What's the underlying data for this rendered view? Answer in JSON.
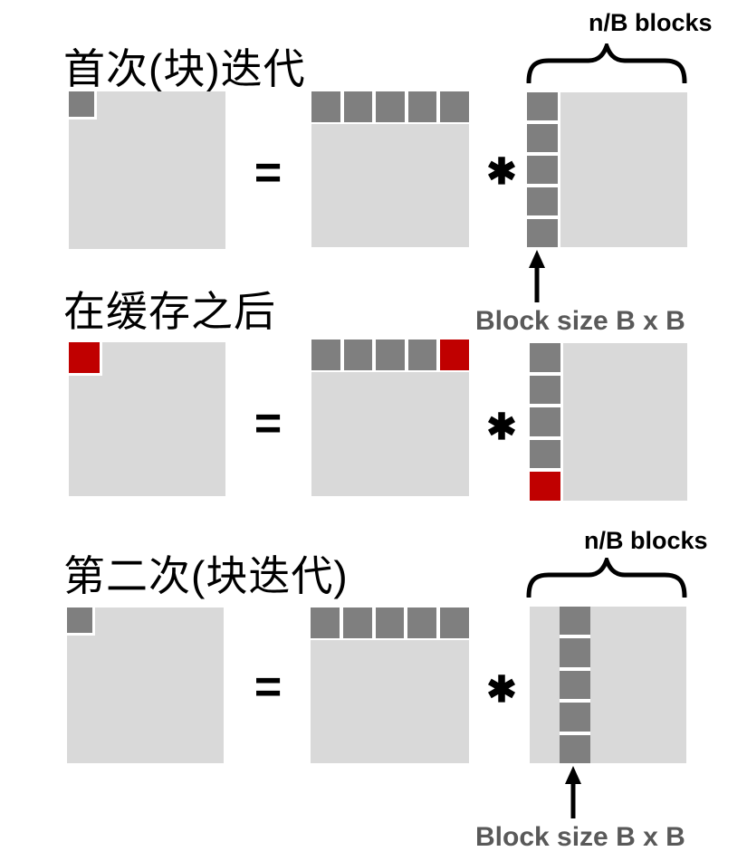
{
  "labels": {
    "n_b_blocks": "n/B blocks",
    "block_size": "Block size B x B",
    "equals": "=",
    "times": "✱"
  },
  "colors": {
    "block_gray": "#7f7f7f",
    "matrix_light_gray": "#d9d9d9",
    "highlight_red": "#c00000",
    "label_gray": "#595959",
    "text_black": "#000000"
  },
  "rows": [
    {
      "title": "首次(块)迭代",
      "left_corner": "gray",
      "mid_blocks": [
        "gray",
        "gray",
        "gray",
        "gray",
        "gray"
      ],
      "right_blocks": [
        "gray",
        "gray",
        "gray",
        "gray",
        "gray"
      ]
    },
    {
      "title": "在缓存之后",
      "left_corner": "red",
      "mid_blocks": [
        "gray",
        "gray",
        "gray",
        "gray",
        "red"
      ],
      "right_blocks": [
        "gray",
        "gray",
        "gray",
        "gray",
        "red"
      ]
    },
    {
      "title": "第二次(块迭代)",
      "left_corner": "gray",
      "mid_blocks": [
        "gray",
        "gray",
        "gray",
        "gray",
        "gray"
      ],
      "right_col_blocks": [
        "gray",
        "gray",
        "gray",
        "gray",
        "gray"
      ],
      "highlighted_column_index": 2
    }
  ]
}
